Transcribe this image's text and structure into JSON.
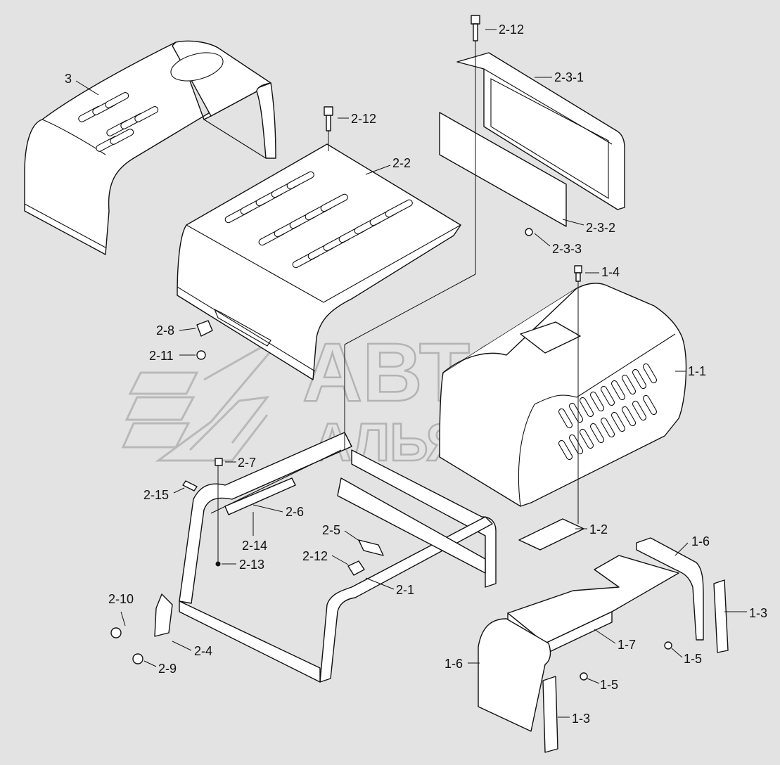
{
  "watermark": {
    "line1": "АВТО",
    "line2": "АЛЬЯНС"
  },
  "labels": {
    "p3": "3",
    "p2_12_top": "2-12",
    "p2_3_1": "2-3-1",
    "p2_12_mid": "2-12",
    "p2_2": "2-2",
    "p2_3_2": "2-3-2",
    "p2_3_3": "2-3-3",
    "p1_4": "1-4",
    "p2_8": "2-8",
    "p2_11": "2-11",
    "p1_1": "1-1",
    "p2_7": "2-7",
    "p2_15": "2-15",
    "p2_6": "2-6",
    "p1_2": "1-2",
    "p2_5": "2-5",
    "p2_14": "2-14",
    "p1_6_right": "1-6",
    "p2_12_low": "2-12",
    "p2_13": "2-13",
    "p2_1": "2-1",
    "p2_10": "2-10",
    "p1_3_right": "1-3",
    "p2_4": "2-4",
    "p1_7": "1-7",
    "p1_5_right": "1-5",
    "p1_6_left": "1-6",
    "p2_9": "2-9",
    "p1_5_low": "1-5",
    "p1_3_low": "1-3"
  },
  "colors": {
    "background": "#e3e3e3",
    "line": "#111111",
    "part_fill": "#ffffff",
    "watermark": "#b5b5b5"
  }
}
